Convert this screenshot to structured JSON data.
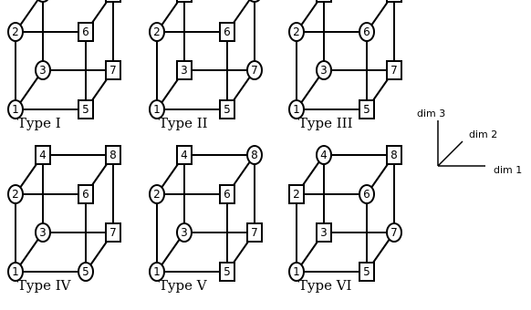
{
  "diagram": {
    "cubes": [
      {
        "label": "Type I",
        "shapes": [
          "circle",
          "circle",
          "circle",
          "circle",
          "rect",
          "rect",
          "rect",
          "rect"
        ]
      },
      {
        "label": "Type II",
        "shapes": [
          "circle",
          "circle",
          "rect",
          "rect",
          "rect",
          "rect",
          "circle",
          "circle"
        ]
      },
      {
        "label": "Type III",
        "shapes": [
          "circle",
          "circle",
          "circle",
          "rect",
          "rect",
          "circle",
          "rect",
          "rect"
        ]
      },
      {
        "label": "Type IV",
        "shapes": [
          "circle",
          "circle",
          "circle",
          "rect",
          "circle",
          "rect",
          "rect",
          "rect"
        ]
      },
      {
        "label": "Type V",
        "shapes": [
          "circle",
          "circle",
          "circle",
          "rect",
          "rect",
          "rect",
          "rect",
          "circle"
        ]
      },
      {
        "label": "Type VI",
        "shapes": [
          "circle",
          "rect",
          "rect",
          "circle",
          "rect",
          "circle",
          "circle",
          "rect"
        ]
      }
    ],
    "axes": {
      "labels": [
        "dim 1",
        "dim 2",
        "dim 3"
      ]
    }
  }
}
